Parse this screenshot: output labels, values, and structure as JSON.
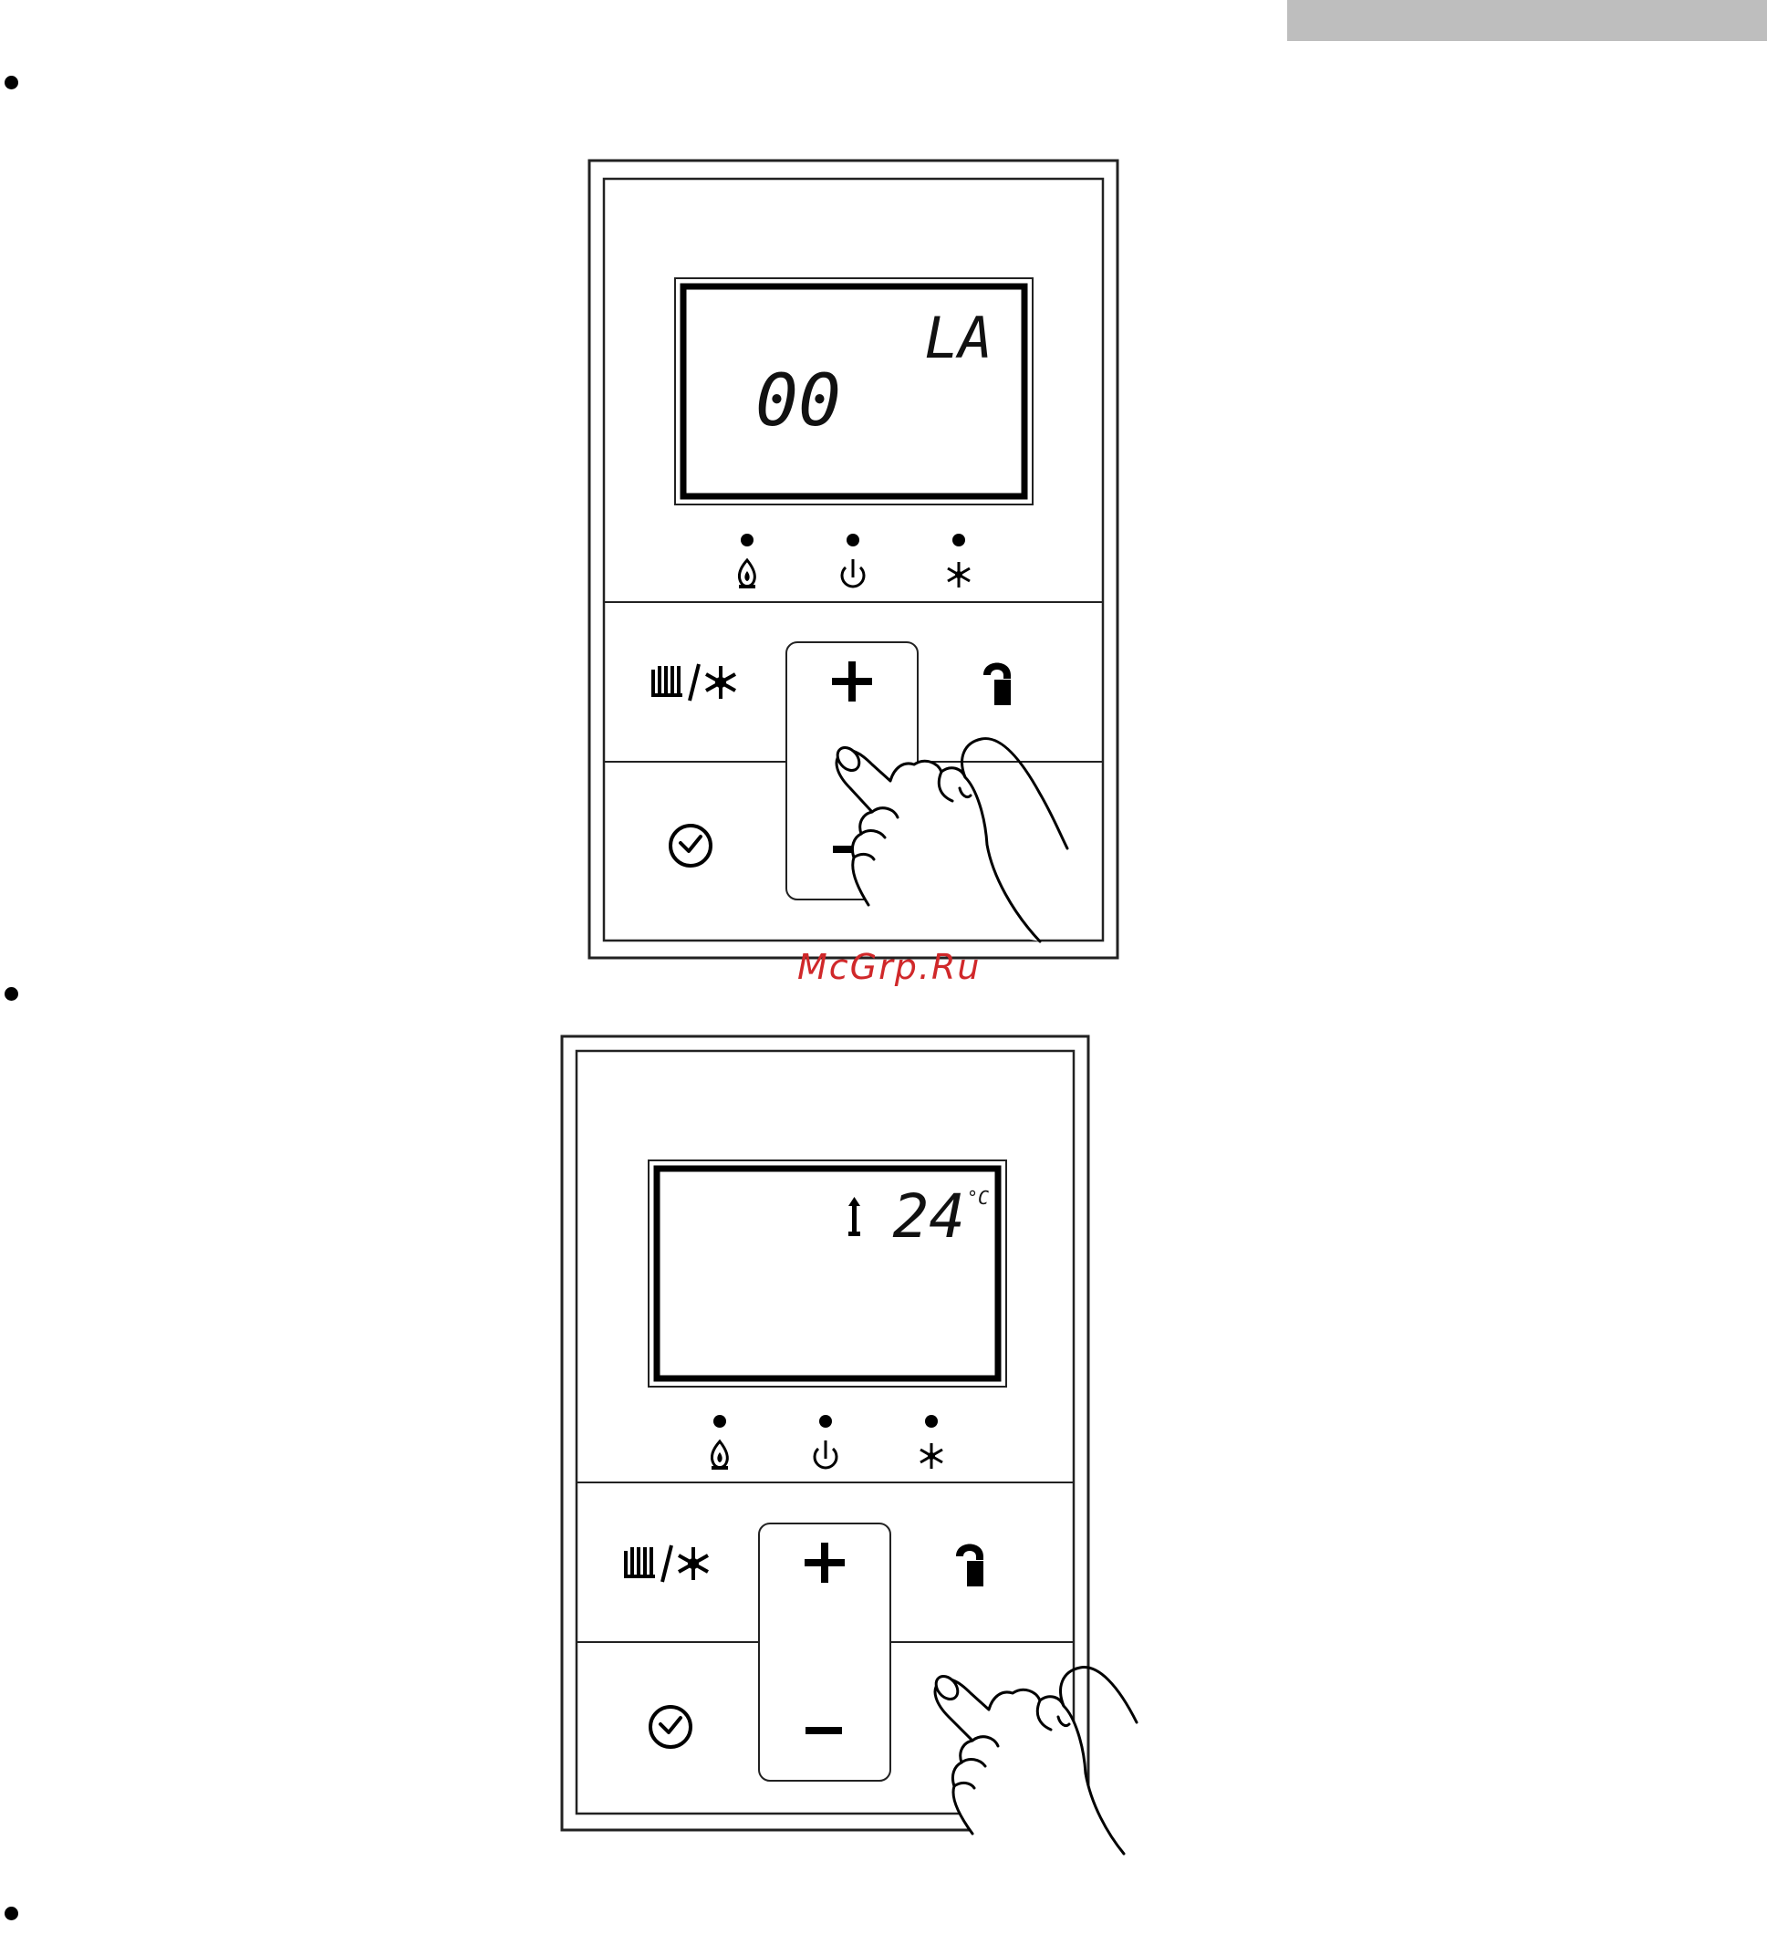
{
  "watermark": "McGrp.Ru",
  "panel_1": {
    "display_code": "LA",
    "display_value": "00"
  },
  "panel_2": {
    "display_temperature": "24",
    "display_unit": "°C"
  },
  "panel_icons": {
    "led_indicators": [
      "flame-icon",
      "power-icon",
      "snowflake-icon"
    ],
    "buttons": [
      "heating-cooling-mode-icon",
      "plus-icon",
      "hot-water-tap-icon",
      "clock-icon",
      "minus-icon"
    ],
    "pointer": "hand-pointer-icon"
  }
}
